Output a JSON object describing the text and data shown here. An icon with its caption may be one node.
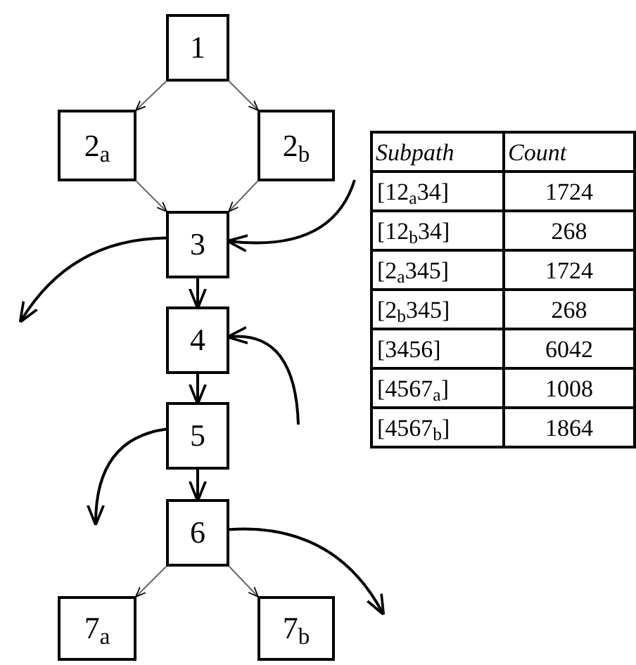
{
  "diagram": {
    "nodes": [
      {
        "text": [
          "1"
        ]
      },
      {
        "text": [
          "2$_{a}$"
        ]
      },
      {
        "text": [
          "2$_{b}$"
        ]
      },
      {
        "text": [
          "3"
        ]
      },
      {
        "text": [
          "4"
        ]
      },
      {
        "text": [
          "5"
        ]
      },
      {
        "text": [
          "6"
        ]
      },
      {
        "text": [
          "7$_{a}$"
        ]
      },
      {
        "text": [
          "7$_{b}$"
        ]
      }
    ],
    "edges": [
      {
        "from": 0,
        "to": 1,
        "arrow": "to",
        "color": "#666666"
      },
      {
        "from": 0,
        "to": 2,
        "arrow": "to",
        "color": "#666666"
      },
      {
        "from": 1,
        "to": 3,
        "arrow": "to",
        "color": "#666666"
      },
      {
        "from": 2,
        "to": 3,
        "arrow": "to",
        "color": "#666666"
      },
      {
        "from": 3,
        "to": 4,
        "arrow": "to"
      },
      {
        "from": 4,
        "to": 5,
        "arrow": "to"
      },
      {
        "from": 5,
        "to": 6,
        "arrow": "to"
      },
      {
        "from": 6,
        "to": 7,
        "arrow": "to",
        "color": "#666666"
      },
      {
        "from": 6,
        "to": 8,
        "arrow": "to",
        "color": "#666666"
      },
      {
        "from": null,
        "to": 3,
        "arrow": "to"
      },
      {
        "from": 3,
        "to": null,
        "arrow": "to"
      },
      {
        "from": null,
        "to": 4,
        "arrow": "to"
      },
      {
        "from": 5,
        "to": null,
        "arrow": "to"
      },
      {
        "from": 6,
        "to": null,
        "arrow": "to"
      }
    ],
    "labels": [
      "Subpath",
      "Count",
      "[12$_{a}$34]",
      "1724",
      "[12$_{b}$34]",
      "268",
      "[2$_{a}$345]",
      "1724",
      "[2$_{b}$345]",
      "268",
      "[3456]",
      "6042",
      "[4567$_{a}$]",
      "1008",
      "[4567$_{b}$]",
      "1864"
    ]
  }
}
